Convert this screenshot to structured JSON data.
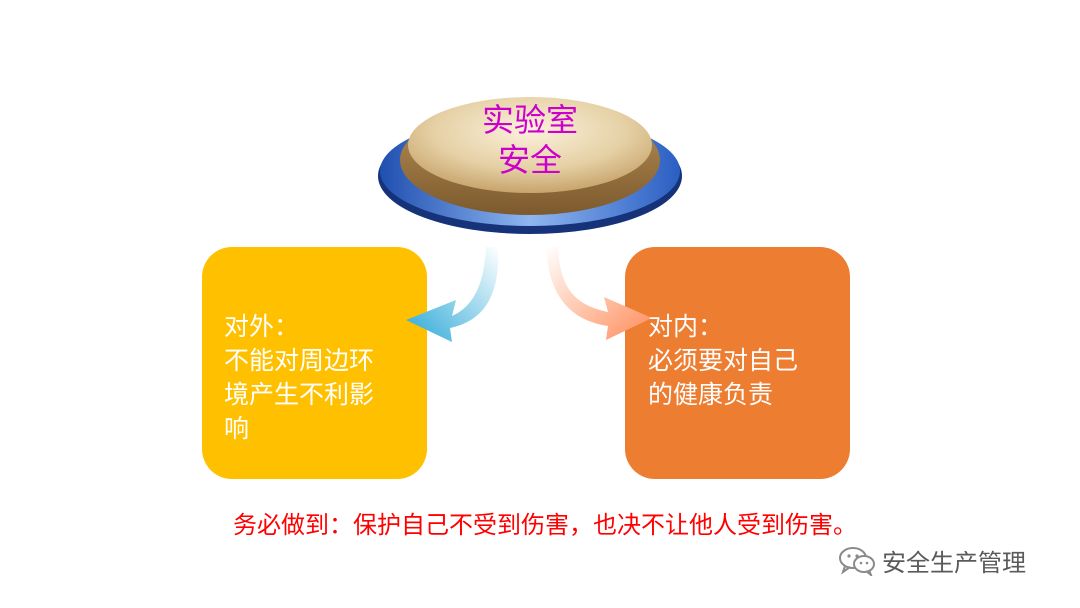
{
  "center": {
    "line1": "实验室",
    "line2": "安全"
  },
  "left_box": {
    "lines": [
      "对外：",
      "不能对周边环",
      "境产生不利影",
      "响"
    ],
    "color": "#FFC000"
  },
  "right_box": {
    "lines": [
      "对内：",
      "必须要对自己",
      "的健康负责"
    ],
    "color": "#ED7D31"
  },
  "footer": {
    "text": "务必做到：保护自己不受到伤害，也决不让他人受到伤害。"
  },
  "watermark": {
    "text": "安全生产管理",
    "icon": "wechat-icon"
  },
  "colors": {
    "center_text": "#CC00CC",
    "footer_text": "#FF0000",
    "disc_top": "#E8D6B0",
    "disc_ring": "#6A9AE0",
    "arrow_left": "#5BC0E8",
    "arrow_right": "#FFA07A"
  }
}
